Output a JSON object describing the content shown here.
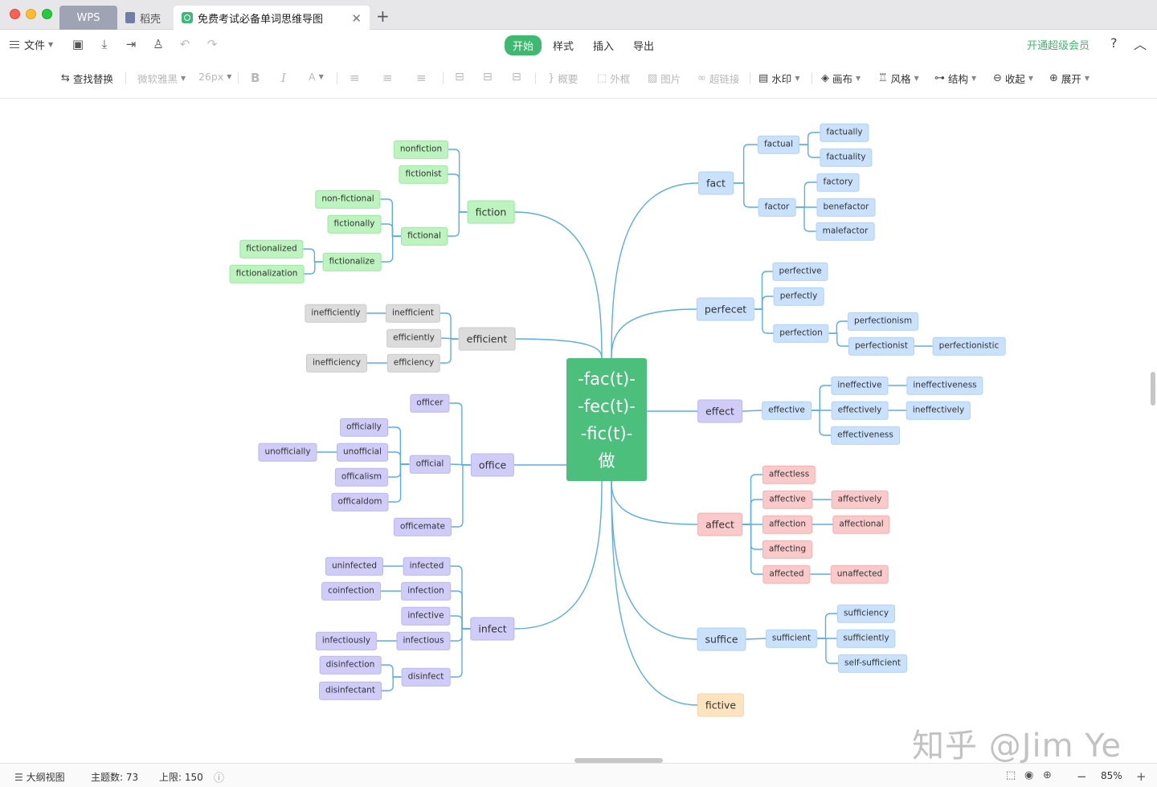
{
  "tabs": {
    "wps": "WPS",
    "daoke": "稻壳",
    "document": "免费考试必备单词思维导图"
  },
  "menubar": {
    "file": "文件",
    "tabs": [
      "开始",
      "样式",
      "插入",
      "导出"
    ],
    "vip": "开通超级会员",
    "help": "?"
  },
  "toolbar": {
    "find_replace": "查找替换",
    "font": "微软雅黑",
    "font_size": "26px",
    "bold": "B",
    "italic": "I",
    "font_color": "A",
    "summary": "概要",
    "frame": "外框",
    "image": "图片",
    "hyperlink": "超链接",
    "watermark": "水印",
    "canvas": "画布",
    "style": "风格",
    "structure": "结构",
    "collapse": "收起",
    "expand": "展开"
  },
  "mindmap": {
    "root": [
      "-fac(t)-",
      "-fec(t)-",
      "-fic(t)-",
      "做"
    ],
    "colors": {
      "blue": "#c9e1fb",
      "green": "#bdf3bf",
      "gray": "#dcdcdc",
      "purple": "#cfcdf8",
      "red": "#fac9c9",
      "orange": "#fde4c1",
      "root": "#4cbf7c",
      "line": "#5aaee0"
    },
    "nodes": [
      {
        "text": "fiction",
        "level": 1,
        "color": "green"
      },
      {
        "text": "nonfiction",
        "level": 2,
        "color": "green"
      },
      {
        "text": "fictionist",
        "level": 2,
        "color": "green"
      },
      {
        "text": "fictional",
        "level": 2,
        "color": "green"
      },
      {
        "text": "non-fictional",
        "level": 3,
        "color": "green"
      },
      {
        "text": "fictionally",
        "level": 3,
        "color": "green"
      },
      {
        "text": "fictionalize",
        "level": 3,
        "color": "green"
      },
      {
        "text": "fictionalized",
        "level": 4,
        "color": "green"
      },
      {
        "text": "fictionalization",
        "level": 4,
        "color": "green"
      },
      {
        "text": "efficient",
        "level": 1,
        "color": "gray"
      },
      {
        "text": "inefficient",
        "level": 2,
        "color": "gray"
      },
      {
        "text": "efficiently",
        "level": 2,
        "color": "gray"
      },
      {
        "text": "efficiency",
        "level": 2,
        "color": "gray"
      },
      {
        "text": "inefficiently",
        "level": 3,
        "color": "gray"
      },
      {
        "text": "inefficiency",
        "level": 3,
        "color": "gray"
      },
      {
        "text": "office",
        "level": 1,
        "color": "purple"
      },
      {
        "text": "officer",
        "level": 2,
        "color": "purple"
      },
      {
        "text": "official",
        "level": 2,
        "color": "purple"
      },
      {
        "text": "officemate",
        "level": 2,
        "color": "purple"
      },
      {
        "text": "officially",
        "level": 3,
        "color": "purple"
      },
      {
        "text": "unofficial",
        "level": 3,
        "color": "purple"
      },
      {
        "text": "officalism",
        "level": 3,
        "color": "purple"
      },
      {
        "text": "officaldom",
        "level": 3,
        "color": "purple"
      },
      {
        "text": "unofficially",
        "level": 4,
        "color": "purple"
      },
      {
        "text": "infect",
        "level": 1,
        "color": "purple"
      },
      {
        "text": "infected",
        "level": 2,
        "color": "purple"
      },
      {
        "text": "infection",
        "level": 2,
        "color": "purple"
      },
      {
        "text": "infective",
        "level": 2,
        "color": "purple"
      },
      {
        "text": "infectious",
        "level": 2,
        "color": "purple"
      },
      {
        "text": "disinfect",
        "level": 2,
        "color": "purple"
      },
      {
        "text": "uninfected",
        "level": 3,
        "color": "purple"
      },
      {
        "text": "coinfection",
        "level": 3,
        "color": "purple"
      },
      {
        "text": "infectiously",
        "level": 3,
        "color": "purple"
      },
      {
        "text": "disinfection",
        "level": 3,
        "color": "purple"
      },
      {
        "text": "disinfectant",
        "level": 3,
        "color": "purple"
      },
      {
        "text": "fact",
        "level": 1,
        "color": "blue"
      },
      {
        "text": "factual",
        "level": 2,
        "color": "blue"
      },
      {
        "text": "factor",
        "level": 2,
        "color": "blue"
      },
      {
        "text": "factually",
        "level": 3,
        "color": "blue"
      },
      {
        "text": "factuality",
        "level": 3,
        "color": "blue"
      },
      {
        "text": "factory",
        "level": 3,
        "color": "blue"
      },
      {
        "text": "benefactor",
        "level": 3,
        "color": "blue"
      },
      {
        "text": "malefactor",
        "level": 3,
        "color": "blue"
      },
      {
        "text": "perfecet",
        "level": 1,
        "color": "blue"
      },
      {
        "text": "perfective",
        "level": 2,
        "color": "blue"
      },
      {
        "text": "perfectly",
        "level": 2,
        "color": "blue"
      },
      {
        "text": "perfection",
        "level": 2,
        "color": "blue"
      },
      {
        "text": "perfectionism",
        "level": 3,
        "color": "blue"
      },
      {
        "text": "perfectionist",
        "level": 3,
        "color": "blue"
      },
      {
        "text": "perfectionistic",
        "level": 4,
        "color": "blue"
      },
      {
        "text": "effect",
        "level": 1,
        "color": "purple"
      },
      {
        "text": "effective",
        "level": 2,
        "color": "blue"
      },
      {
        "text": "ineffective",
        "level": 3,
        "color": "blue"
      },
      {
        "text": "effectively",
        "level": 3,
        "color": "blue"
      },
      {
        "text": "effectiveness",
        "level": 3,
        "color": "blue"
      },
      {
        "text": "ineffectiveness",
        "level": 4,
        "color": "blue"
      },
      {
        "text": "ineffectively",
        "level": 4,
        "color": "blue"
      },
      {
        "text": "affect",
        "level": 1,
        "color": "red"
      },
      {
        "text": "affectless",
        "level": 2,
        "color": "red"
      },
      {
        "text": "affective",
        "level": 2,
        "color": "red"
      },
      {
        "text": "affection",
        "level": 2,
        "color": "red"
      },
      {
        "text": "affecting",
        "level": 2,
        "color": "red"
      },
      {
        "text": "affected",
        "level": 2,
        "color": "red"
      },
      {
        "text": "affectively",
        "level": 3,
        "color": "red"
      },
      {
        "text": "affectional",
        "level": 3,
        "color": "red"
      },
      {
        "text": "unaffected",
        "level": 3,
        "color": "red"
      },
      {
        "text": "suffice",
        "level": 1,
        "color": "blue"
      },
      {
        "text": "sufficient",
        "level": 2,
        "color": "blue"
      },
      {
        "text": "sufficiency",
        "level": 3,
        "color": "blue"
      },
      {
        "text": "sufficiently",
        "level": 3,
        "color": "blue"
      },
      {
        "text": "self-sufficient",
        "level": 3,
        "color": "blue"
      },
      {
        "text": "fictive",
        "level": 1,
        "color": "orange"
      }
    ]
  },
  "watermark": "知乎 @Jim Ye",
  "statusbar": {
    "outline": "大纲视图",
    "topic_count": "主题数: 73",
    "limit": "上限: 150",
    "zoom": "85%"
  }
}
